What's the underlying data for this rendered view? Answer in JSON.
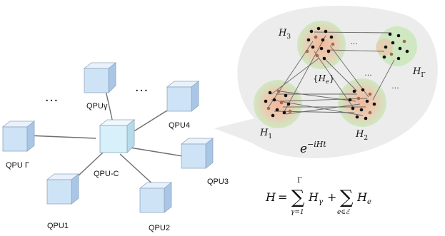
{
  "left_network": {
    "center_label": "QPU-C",
    "nodes": [
      {
        "id": "qpu_gamma",
        "label": "QPUγ"
      },
      {
        "id": "qpu4",
        "label": "QPU4"
      },
      {
        "id": "qpu_Gamma",
        "label": "QPU Γ"
      },
      {
        "id": "qpu3",
        "label": "QPU3"
      },
      {
        "id": "qpu1",
        "label": "QPU1"
      },
      {
        "id": "qpu2",
        "label": "QPU2"
      }
    ],
    "ellipsis_left": "…",
    "ellipsis_right": "…"
  },
  "bubble": {
    "labels": {
      "h3": "H₃",
      "h_gamma": "H_Γ",
      "h1": "H₁",
      "h2": "H₂",
      "he": "{Hₑ}",
      "unitary": "e^{-iHt}"
    },
    "ellipses": [
      "…",
      "…",
      "…"
    ]
  },
  "formula": {
    "lhs": "H =",
    "sum1_top": "Γ",
    "sum1_bottom": "γ=1",
    "term1": "H_γ",
    "plus": "+",
    "sum2_bottom": "e∈ℰ",
    "term2": "H_e"
  },
  "colors": {
    "cube_front": "#cfe3f7",
    "cube_top": "#e8f2fc",
    "cube_side": "#a9c6e6",
    "cube_center": "#d9f2fb",
    "bubble_fill": "#ececec",
    "halo_green": "#cfe8c2",
    "halo_orange": "#f2b99a",
    "dot_black": "#111111",
    "dot_brown": "#a26a4c"
  }
}
